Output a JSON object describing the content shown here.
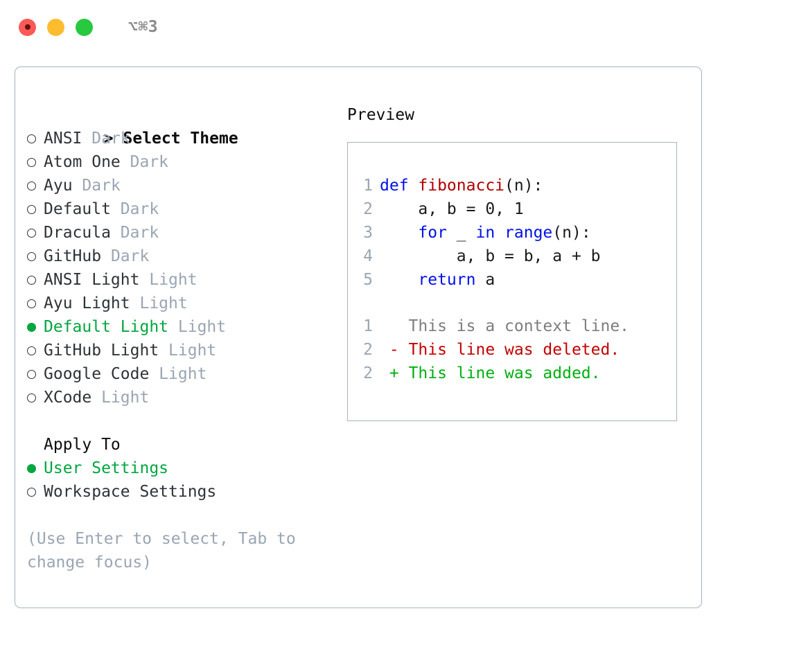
{
  "titlebar": {
    "shortcut": "⌥⌘3",
    "lights": [
      {
        "name": "close-button",
        "color": "#fb5a57"
      },
      {
        "name": "minimize-button",
        "color": "#fdbc2f"
      },
      {
        "name": "maximize-button",
        "color": "#28c83f"
      }
    ]
  },
  "theme_section": {
    "caret": ">",
    "title": "Select Theme",
    "focused": true,
    "options": [
      {
        "name": "ANSI",
        "badge": "Dark",
        "selected": false
      },
      {
        "name": "Atom One",
        "badge": "Dark",
        "selected": false
      },
      {
        "name": "Ayu",
        "badge": "Dark",
        "selected": false
      },
      {
        "name": "Default",
        "badge": "Dark",
        "selected": false
      },
      {
        "name": "Dracula",
        "badge": "Dark",
        "selected": false
      },
      {
        "name": "GitHub",
        "badge": "Dark",
        "selected": false
      },
      {
        "name": "ANSI Light",
        "badge": "Light",
        "selected": false
      },
      {
        "name": "Ayu Light",
        "badge": "Light",
        "selected": false
      },
      {
        "name": "Default Light",
        "badge": "Light",
        "selected": true
      },
      {
        "name": "GitHub Light",
        "badge": "Light",
        "selected": false
      },
      {
        "name": "Google Code",
        "badge": "Light",
        "selected": false
      },
      {
        "name": "XCode",
        "badge": "Light",
        "selected": false
      }
    ]
  },
  "apply_section": {
    "title": "Apply To",
    "focused": false,
    "options": [
      {
        "name": "User Settings",
        "selected": true
      },
      {
        "name": "Workspace Settings",
        "selected": false
      }
    ]
  },
  "hint": "(Use Enter to select, Tab to change focus)",
  "preview": {
    "title": "Preview",
    "code_lines": [
      {
        "num": "1",
        "tokens": [
          {
            "t": "def ",
            "c": "kw"
          },
          {
            "t": "fibonacci",
            "c": "fn"
          },
          {
            "t": "(n):",
            "c": "txt"
          }
        ]
      },
      {
        "num": "2",
        "tokens": [
          {
            "t": "    a, b = 0, 1",
            "c": "txt"
          }
        ]
      },
      {
        "num": "3",
        "tokens": [
          {
            "t": "    ",
            "c": "txt"
          },
          {
            "t": "for",
            "c": "kw"
          },
          {
            "t": " _ ",
            "c": "txt"
          },
          {
            "t": "in",
            "c": "kw"
          },
          {
            "t": " ",
            "c": "txt"
          },
          {
            "t": "range",
            "c": "kw"
          },
          {
            "t": "(n):",
            "c": "txt"
          }
        ]
      },
      {
        "num": "4",
        "tokens": [
          {
            "t": "        a, b = b, a + b",
            "c": "txt"
          }
        ]
      },
      {
        "num": "5",
        "tokens": [
          {
            "t": "    ",
            "c": "txt"
          },
          {
            "t": "return",
            "c": "kw"
          },
          {
            "t": " a",
            "c": "txt"
          }
        ]
      }
    ],
    "diff_lines": [
      {
        "num": "1",
        "marker": " ",
        "text": "This is a context line.",
        "kind": "ctx"
      },
      {
        "num": "2",
        "marker": "-",
        "text": "This line was deleted.",
        "kind": "del"
      },
      {
        "num": "2",
        "marker": "+",
        "text": "This line was added.",
        "kind": "add"
      }
    ]
  },
  "colors": {
    "accent_green": "#00a640",
    "badge_gray": "#9aa5b4",
    "border": "#a7b1c0",
    "keyword_blue": "#0010e8",
    "function_red": "#b00000",
    "diff_delete": "#c40000",
    "diff_add": "#00b010"
  }
}
